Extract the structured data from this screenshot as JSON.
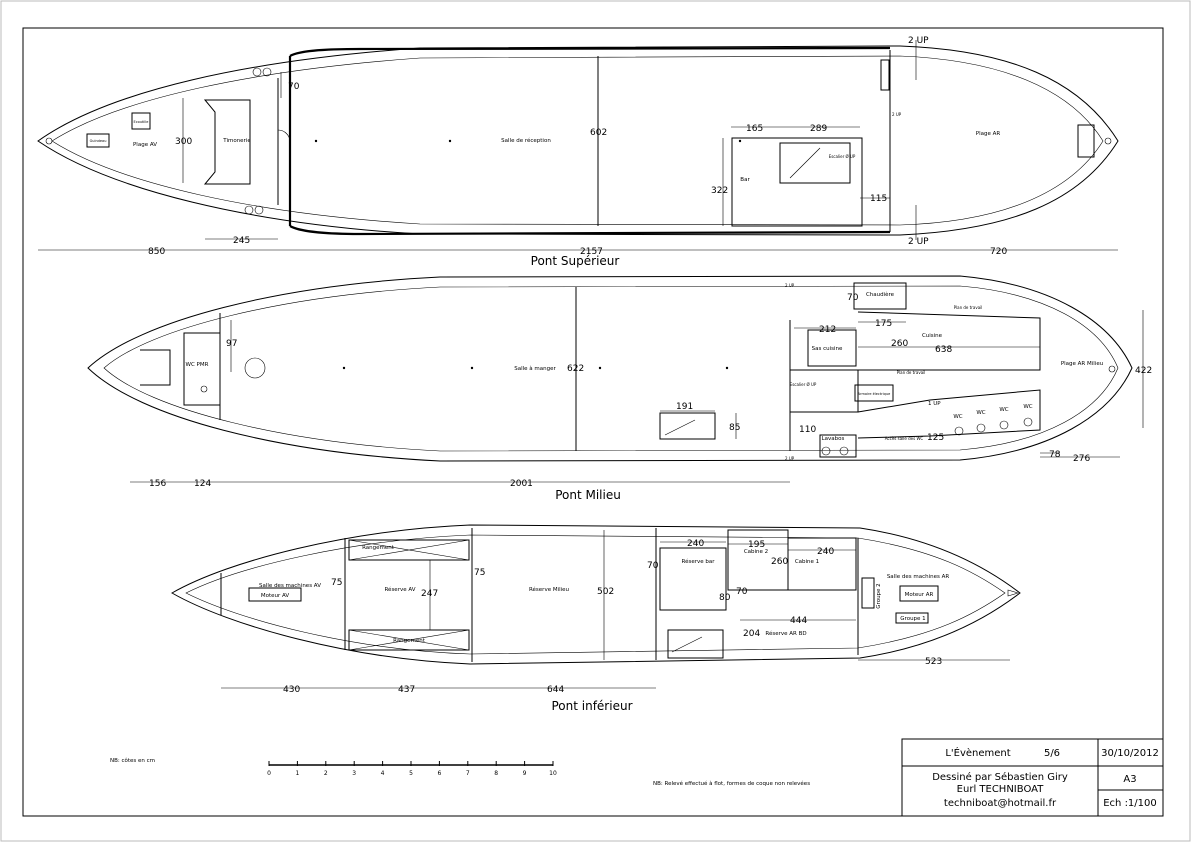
{
  "drawings": {
    "upper": {
      "title": "Pont Supérieur",
      "rooms": {
        "plage_av": "Plage AV",
        "ecoutille": "Ecoutille",
        "guindeau": "Guindeau",
        "timonerie": "Timonerie",
        "salle_reception": "Salle de réception",
        "bar": "Bar",
        "escalier": "Escalier Ø UP",
        "plage_ar": "Plage AR"
      },
      "dims": {
        "d70": "70",
        "d300": "300",
        "d602": "602",
        "d165": "165",
        "d289": "289",
        "d322": "322",
        "d115": "115",
        "d245": "245",
        "d850": "850",
        "d2157": "2157",
        "d720": "720"
      },
      "up_top": "2 UP",
      "up_bottom": "2 UP",
      "small_up": "2 UP"
    },
    "middle": {
      "title": "Pont Milieu",
      "rooms": {
        "wc_pmr": "WC PMR",
        "salle_manger": "Salle à manger",
        "chaudiere": "Chaudière",
        "plan_travail_1": "Plan de travail",
        "cuisine": "Cuisine",
        "sas_cuisine": "Sas cuisine",
        "plage_ar_milieu": "Plage AR Milieu",
        "plan_travail_2": "Plan de travail",
        "escalier": "Escalier Ø UP",
        "armoire": "Armoire électrique",
        "lavabos": "Lavabos",
        "acces_wc": "Accès salle des WC",
        "wc1": "WC",
        "wc2": "WC",
        "wc3": "WC",
        "wc4": "WC"
      },
      "dims": {
        "d97": "97",
        "d622": "622",
        "d70": "70",
        "d175": "175",
        "d212": "212",
        "d260": "260",
        "d638": "638",
        "d422": "422",
        "d191": "191",
        "d85": "85",
        "d110": "110",
        "d125": "125",
        "d78": "78",
        "d276": "276",
        "d156": "156",
        "d124": "124",
        "d2001": "2001"
      },
      "up1": "1 UP",
      "up2": "2 UP",
      "up3": "2 UP"
    },
    "lower": {
      "title": "Pont inférieur",
      "rooms": {
        "salle_machines_av": "Salle des machines AV",
        "moteur_av": "Moteur AV",
        "rangement_1": "Rangement",
        "rangement_2": "Rangement",
        "reserve_av": "Réserve AV",
        "reserve_milieu": "Réserve Milieu",
        "reserve_bar": "Réserve bar",
        "cabine_2": "Cabine 2",
        "cabine_1": "Cabine 1",
        "reserve_ar_bd": "Réserve AR BD",
        "salle_machines_ar": "Salle des machines AR",
        "groupe_2": "Groupe 2",
        "moteur_ar": "Moteur AR",
        "groupe_1": "Groupe 1"
      },
      "dims": {
        "d75a": "75",
        "d247": "247",
        "d75b": "75",
        "d502": "502",
        "d240a": "240",
        "d195": "195",
        "d240b": "240",
        "d70": "70",
        "d260": "260",
        "d80": "80",
        "d70b": "70",
        "d444": "444",
        "d204": "204",
        "d430": "430",
        "d437": "437",
        "d644": "644",
        "d523": "523"
      }
    }
  },
  "notes": {
    "cotes": "NB: côtes en cm",
    "releve": "NB: Relevé effectué à flot, formes de coque non relevées"
  },
  "scale_bar": {
    "ticks": [
      "0",
      "1",
      "2",
      "3",
      "4",
      "5",
      "6",
      "7",
      "8",
      "9",
      "10"
    ]
  },
  "title_block": {
    "name": "L'Évènement",
    "sheet": "5/6",
    "date": "30/10/2012",
    "author_line": "Dessiné par Sébastien Giry",
    "company": "Eurl TECHNIBOAT",
    "email": "techniboat@hotmail.fr",
    "format": "A3",
    "scale": "Ech :1/100"
  }
}
